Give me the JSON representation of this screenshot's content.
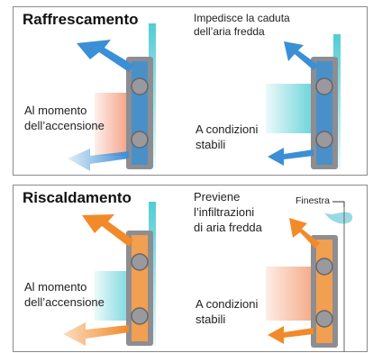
{
  "cooling": {
    "title": "Raffrescamento",
    "startup_caption": [
      "Al momento",
      "dell’accensione"
    ],
    "stable_caption": [
      "A condizioni",
      "stabili"
    ],
    "top_caption": [
      "Impedisce la caduta",
      "dell’aria fredda"
    ]
  },
  "heating": {
    "title": "Riscaldamento",
    "startup_caption": [
      "Al momento",
      "dell’accensione"
    ],
    "stable_caption": [
      "A condizioni",
      "stabili"
    ],
    "top_caption": [
      "Previene",
      "l’infiltrazioni",
      "di aria fredda"
    ],
    "window_label": "Finestra"
  },
  "colors": {
    "cool_arrow": "#3b8fd6",
    "cool_glow": "#3ec7cf",
    "warm_glow": "#f08a5a",
    "warm_arrow": "#f28a2a",
    "unit_blue": "#4a90c8",
    "unit_orange": "#f0a050",
    "unit_body": "#8d8d92"
  }
}
